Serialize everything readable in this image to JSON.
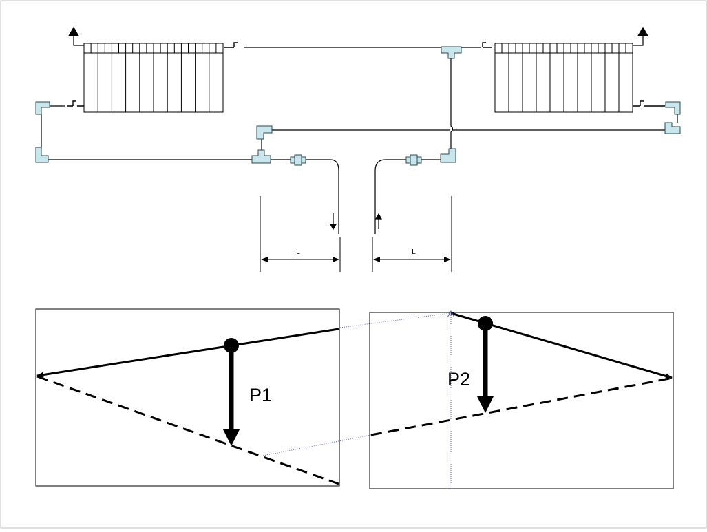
{
  "diagram": {
    "dimensions": {
      "left_label": "L",
      "right_label": "L"
    },
    "pressure_labels": {
      "p1": "P1",
      "p2": "P2"
    },
    "colors": {
      "pipe": "#000000",
      "fitting_fill": "#c9e6ec",
      "fitting_stroke": "#2a4a52",
      "guide_line": "#5b63c8",
      "frame": "#000000",
      "slide_border": "#c0c0c0"
    },
    "icons": {
      "radiator": "radiator-icon",
      "air_vent": "air-vent-icon",
      "valve": "valve-icon",
      "elbow": "elbow-fitting-icon",
      "tee": "tee-fitting-icon",
      "coupling": "coupling-icon",
      "flow_down": "flow-down-arrow-icon",
      "flow_up": "flow-up-arrow-icon"
    }
  }
}
